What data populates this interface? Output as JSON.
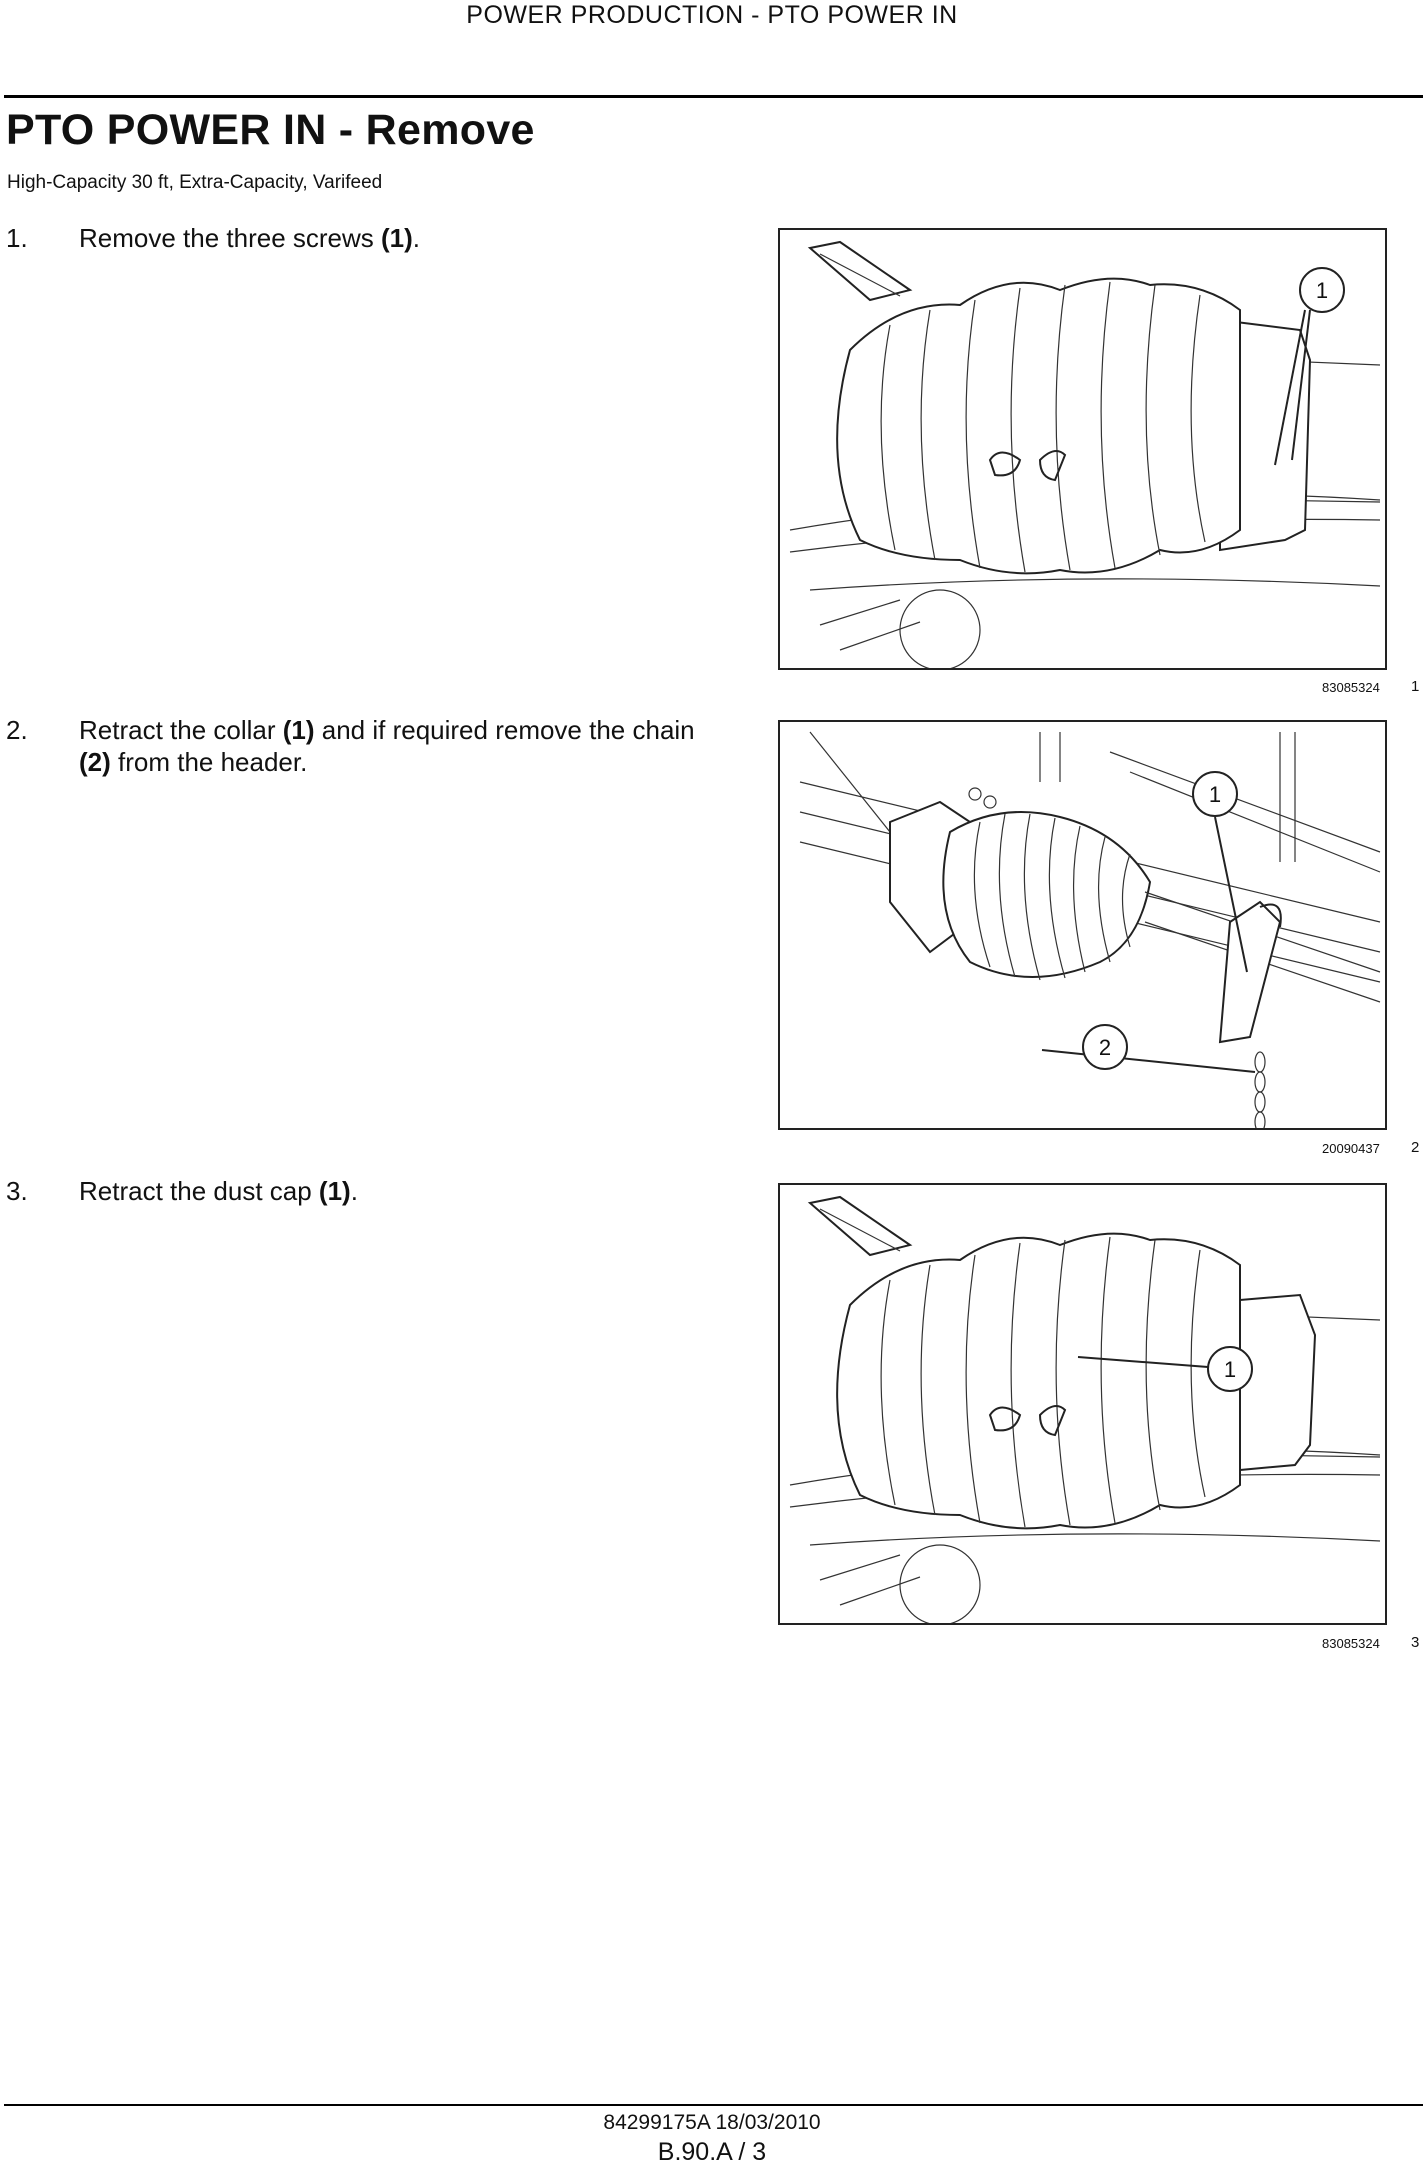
{
  "header": {
    "running_title": "POWER PRODUCTION - PTO POWER IN"
  },
  "section": {
    "title": "PTO POWER IN - Remove",
    "applicability": "High-Capacity 30 ft, Extra-Capacity, Varifeed"
  },
  "steps": [
    {
      "number": "1.",
      "text_before": "Remove the three screws ",
      "ref1": "(1)",
      "text_mid": ".",
      "ref2": "",
      "text_after": ""
    },
    {
      "number": "2.",
      "text_before": "Retract the collar ",
      "ref1": "(1)",
      "text_mid": " and if required remove the chain ",
      "ref2": "(2)",
      "text_after": " from the header."
    },
    {
      "number": "3.",
      "text_before": "Retract the dust cap ",
      "ref1": "(1)",
      "text_mid": ".",
      "ref2": "",
      "text_after": ""
    }
  ],
  "figures": [
    {
      "image_id": "83085324",
      "figure_number": "1",
      "callouts": [
        "1"
      ]
    },
    {
      "image_id": "20090437",
      "figure_number": "2",
      "callouts": [
        "1",
        "2"
      ]
    },
    {
      "image_id": "83085324",
      "figure_number": "3",
      "callouts": [
        "1"
      ]
    }
  ],
  "footer": {
    "document": "84299175A 18/03/2010",
    "page": "B.90.A / 3"
  }
}
